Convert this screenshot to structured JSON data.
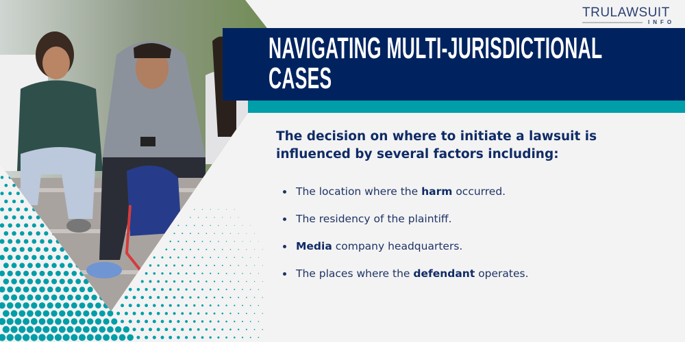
{
  "logo": {
    "text": "TRULAWSUIT",
    "subtext": "INFO"
  },
  "header": {
    "title_line1": "NAVIGATING MULTI-JURISDICTIONAL",
    "title_line2": "CASES"
  },
  "content": {
    "heading": "The decision on where to initiate a lawsuit is influenced by several factors including:",
    "bullets": [
      {
        "pre": "The location where the ",
        "bold": "harm",
        "post": " occurred."
      },
      {
        "pre": "The residency of the plaintiff.",
        "bold": "",
        "post": ""
      },
      {
        "pre": "",
        "bold": "Media",
        "post": " company headquarters."
      },
      {
        "pre": "The places where the ",
        "bold": "defendant",
        "post": " operates."
      }
    ]
  },
  "colors": {
    "navy": "#00235f",
    "teal": "#009ea8",
    "background": "#f3f3f3",
    "text": "#1e3366"
  },
  "icons": {
    "logo": "pillar-x-logo-icon"
  }
}
